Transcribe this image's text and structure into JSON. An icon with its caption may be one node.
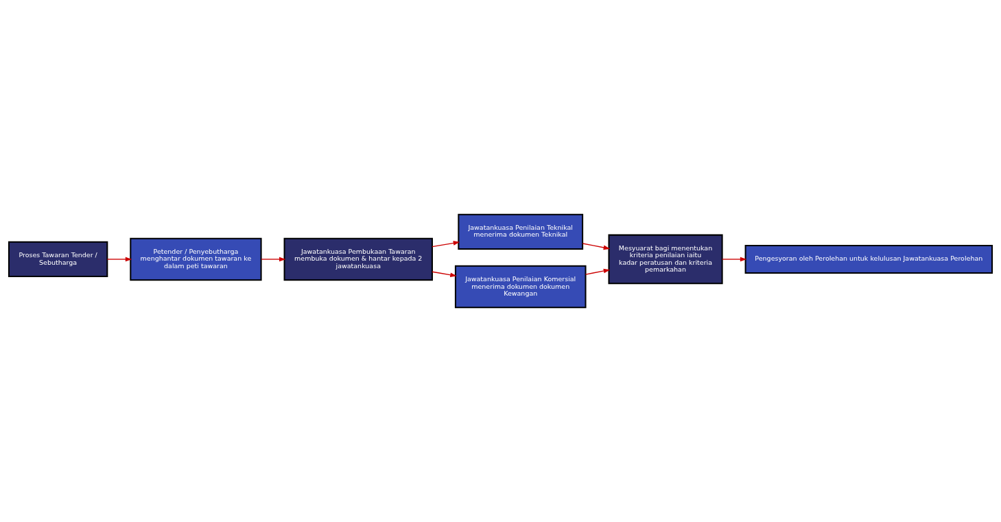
{
  "diagram": {
    "nodes": [
      {
        "text": [
          "Proses Tawaran Tender / Sebutharga"
        ]
      },
      {
        "text": [
          "Petender / Penyebutharga menghantar dokumen tawaran ke dalam peti tawaran"
        ]
      },
      {
        "text": [
          "Mesyuarat bagi menentukan kriteria penilaian iaitu kadar peratusan dan kriteria pemarkahan"
        ]
      },
      {
        "text": [
          "Jawatankuasa Penilaian Teknikal menerima dokumen Teknikal"
        ]
      },
      {
        "text": [
          "Jawatankuasa Pembukaan Tawaran membuka dokumen & hantar kepada 2 jawatankuasa"
        ]
      },
      {
        "text": [
          "Jawatankuasa Penilaian Komersial menerima dokumen dokumen Kewangan"
        ]
      },
      {
        "text": [
          "Pengesyoran oleh Perolehan untuk kelulusan Jawatankuasa Perolehan"
        ]
      }
    ],
    "edges": [
      {
        "from": 0,
        "to": 1,
        "arrow": "to"
      },
      {
        "from": 1,
        "to": 4,
        "arrow": "to"
      },
      {
        "from": 4,
        "to": 3,
        "arrow": "to"
      },
      {
        "from": 4,
        "to": 5,
        "arrow": "to"
      },
      {
        "from": 3,
        "to": 2,
        "arrow": "to"
      },
      {
        "from": 5,
        "to": 2,
        "arrow": "to"
      },
      {
        "from": 2,
        "to": 6,
        "arrow": "to"
      }
    ]
  }
}
